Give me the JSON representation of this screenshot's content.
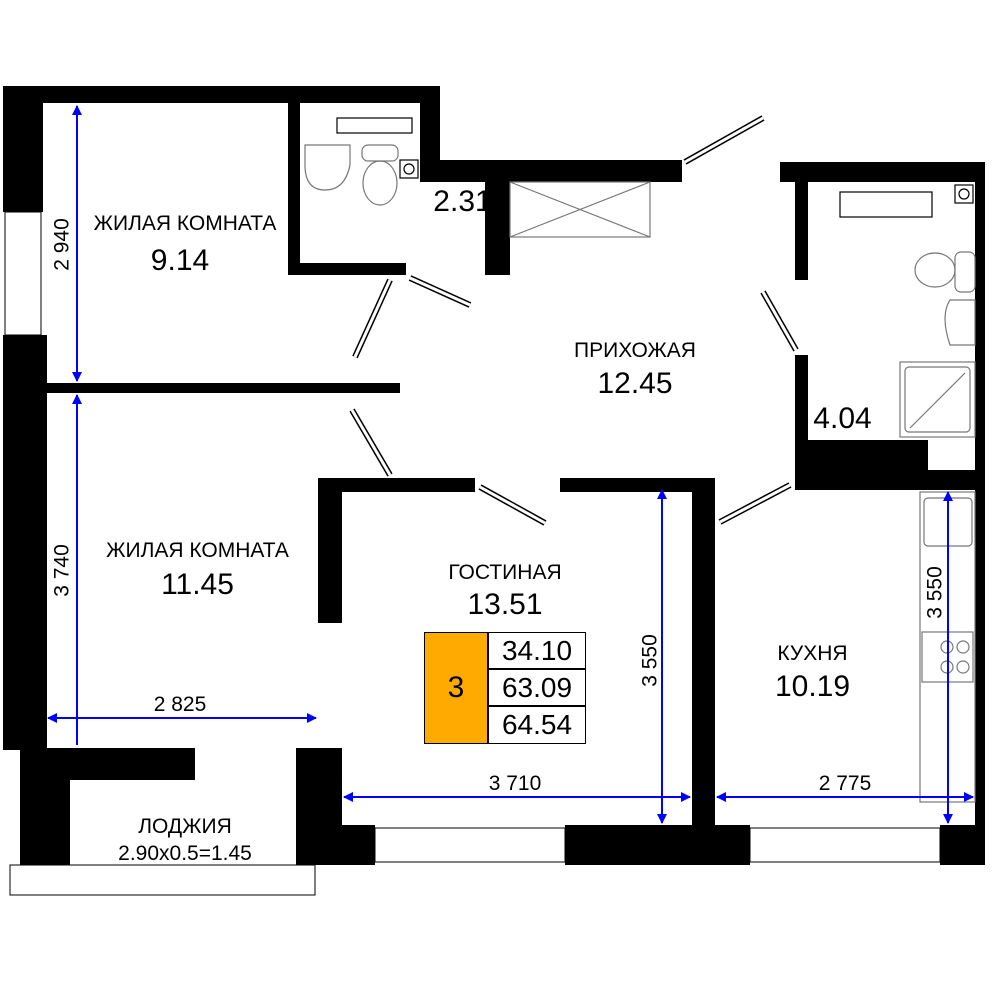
{
  "rooms": {
    "bedroom1": {
      "name": "ЖИЛАЯ КОМНАТА",
      "area": "9.14"
    },
    "bedroom2": {
      "name": "ЖИЛАЯ КОМНАТА",
      "area": "11.45"
    },
    "hall": {
      "name": "ПРИХОЖАЯ",
      "area": "12.45"
    },
    "living": {
      "name": "ГОСТИНАЯ",
      "area": "13.51"
    },
    "kitchen": {
      "name": "КУХНЯ",
      "area": "10.19"
    },
    "loggia": {
      "name": "ЛОДЖИЯ",
      "area": "2.90x0.5=1.45"
    },
    "wc": {
      "area": "2.31"
    },
    "bathroom": {
      "area": "4.04"
    }
  },
  "dimensions": {
    "bedroom1_height": "2 940",
    "bedroom2_height": "3 740",
    "bedroom2_width": "2 825",
    "living_height": "3 550",
    "living_width": "3 710",
    "kitchen_height": "3 550",
    "kitchen_width": "2 775"
  },
  "legend": {
    "room_count": "3",
    "living_area": "34.10",
    "total_area": "63.09",
    "total_area_with_loggia": "64.54"
  },
  "colors": {
    "walls": "#000000",
    "dimension_lines": "#0000FF",
    "legend_accent": "#FFAA00"
  }
}
